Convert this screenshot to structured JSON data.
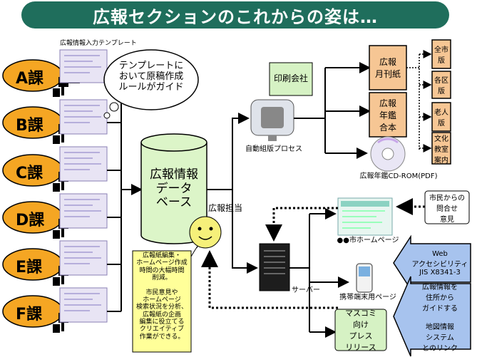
{
  "title": "広報セクションのこれからの姿は…",
  "template_label": "広報情報入力テンプレート",
  "callout": "テンプレートに\nおいて原稿作成\nルールがガイド",
  "courses": [
    "A課",
    "B課",
    "C課",
    "D課",
    "E課",
    "F課"
  ],
  "database": "広報情報\nデータ\nベース",
  "printer": "印刷会社",
  "auto_process": "自動組版プロセス",
  "outputs": [
    "広報\n月刊紙",
    "広報\n年鑑\n合本"
  ],
  "cd": "広報年鑑CD-ROM(PDF)",
  "editions": [
    "全市\n版",
    "各区\n版",
    "老人\n版",
    "文化\n教室\n案内"
  ],
  "staff": "広報担当",
  "staff_note": "広報紙編集・\nホームページ作成\n時間の大幅時間\n削減。\n\n市民意見や\nホームページ\n検索状況を分析、\n広報紙の企画\n編集に役立てる\nクリエイティブ\n作業ができる。",
  "server": "サーバー",
  "citizen_hp": "●●市ホームページ",
  "mobile": "携帯端末用ページ",
  "media": "マスコミ\n向け\nプレス\nリリース",
  "citizen_opinion": "市民からの\n問合せ\n意見",
  "web_access": "Web\nアクセシビリティ\nJIS X8341-3",
  "guide": "広報情報を\n住所から\nガイドする\n\n地図情報\nシステム\nとのリンク",
  "colors": {
    "title_bg": "#1f6e5c",
    "course_bg": "#f5a623",
    "db_fill": "#dcf5c8",
    "orange_fill": "#f6c694",
    "note_fill": "#ffff99",
    "blue_arrow": "#a7c3ee",
    "green_box": "#d6f2c4",
    "smiley": "#f6f07a"
  }
}
